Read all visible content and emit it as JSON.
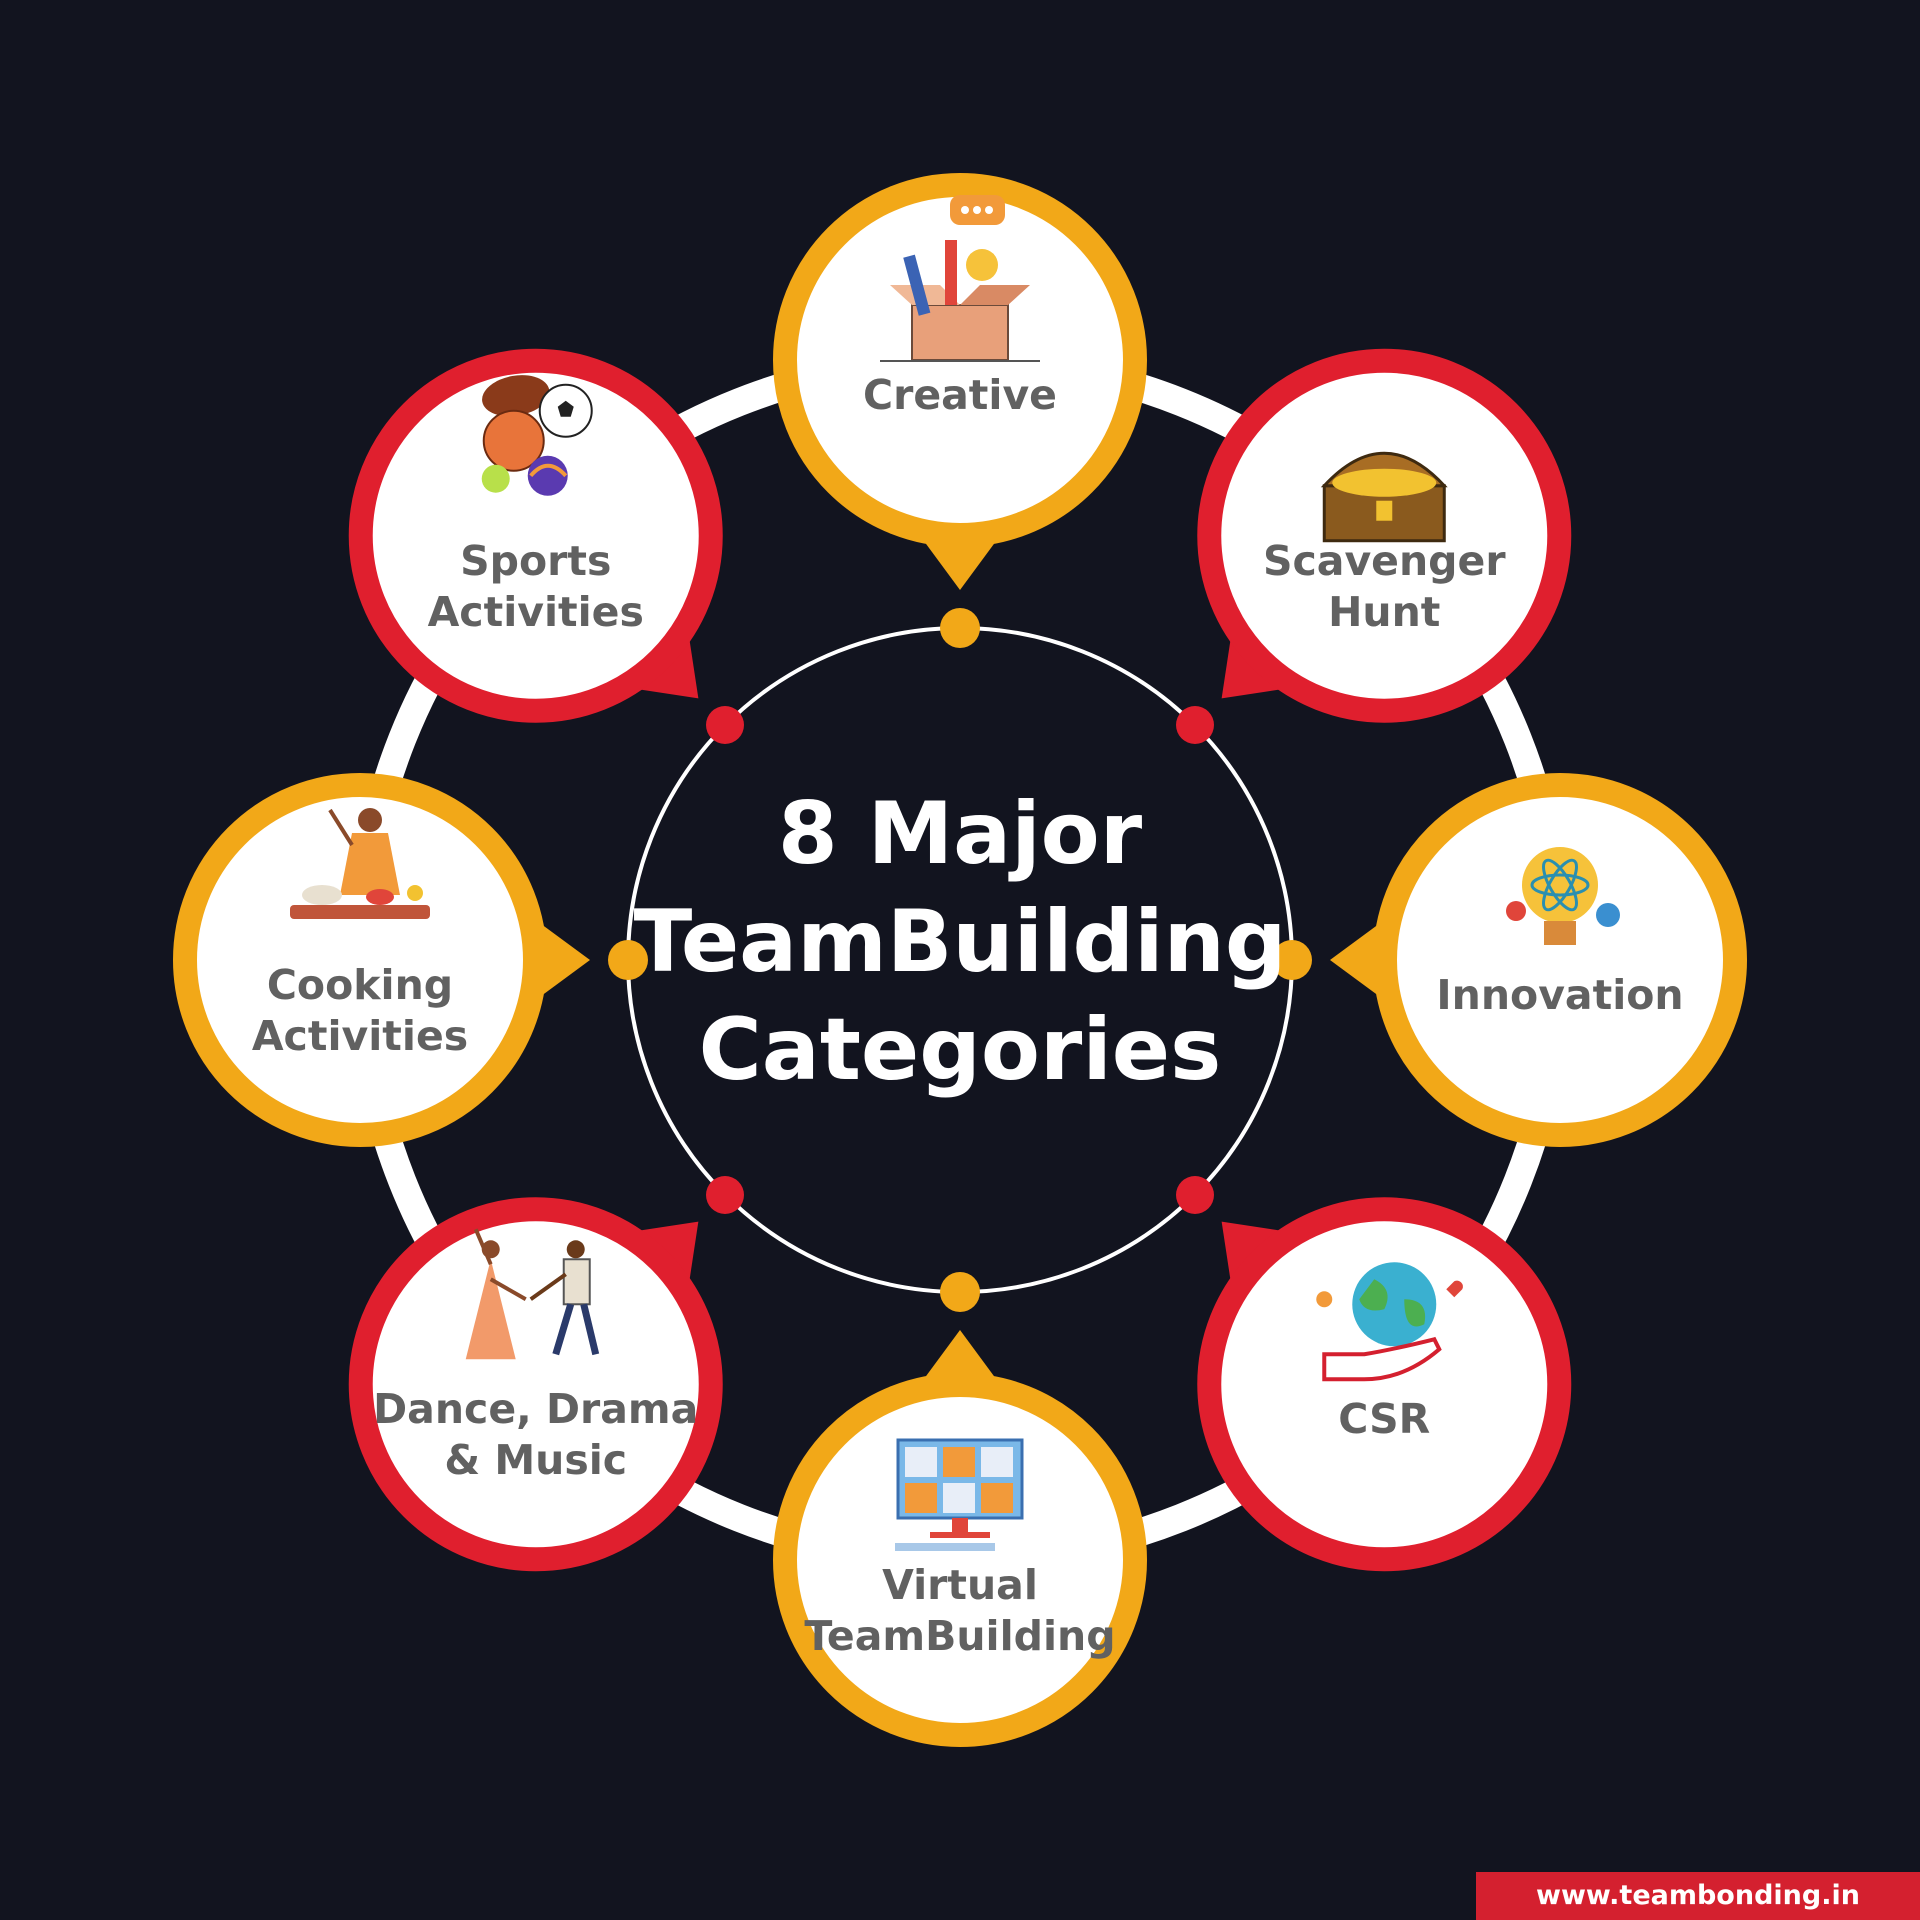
{
  "center": {
    "line1": "8 Major",
    "line2": "TeamBuilding",
    "line3": "Categories"
  },
  "categories": [
    {
      "label_lines": [
        "Creative"
      ],
      "ring_color": "#f2a818",
      "icon": "creative-box-icon"
    },
    {
      "label_lines": [
        "Scavenger",
        "Hunt"
      ],
      "ring_color": "#e01f2e",
      "icon": "treasure-chest-icon"
    },
    {
      "label_lines": [
        "Innovation"
      ],
      "ring_color": "#f2a818",
      "icon": "lightbulb-atom-icon"
    },
    {
      "label_lines": [
        "CSR"
      ],
      "ring_color": "#e01f2e",
      "icon": "globe-hand-icon"
    },
    {
      "label_lines": [
        "Virtual",
        "TeamBuilding"
      ],
      "ring_color": "#f2a818",
      "icon": "video-call-monitor-icon"
    },
    {
      "label_lines": [
        "Dance, Drama",
        "& Music"
      ],
      "ring_color": "#e01f2e",
      "icon": "dancing-couple-icon"
    },
    {
      "label_lines": [
        "Cooking",
        "Activities"
      ],
      "ring_color": "#f2a818",
      "icon": "chef-cooking-icon"
    },
    {
      "label_lines": [
        "Sports",
        "Activities"
      ],
      "ring_color": "#e01f2e",
      "icon": "sports-balls-icon"
    }
  ],
  "footer": {
    "url": "www.teambonding.in"
  },
  "colors": {
    "background": "#12141f",
    "gold": "#f2a818",
    "red": "#e01f2e",
    "text_gray": "#616161",
    "white": "#ffffff"
  }
}
